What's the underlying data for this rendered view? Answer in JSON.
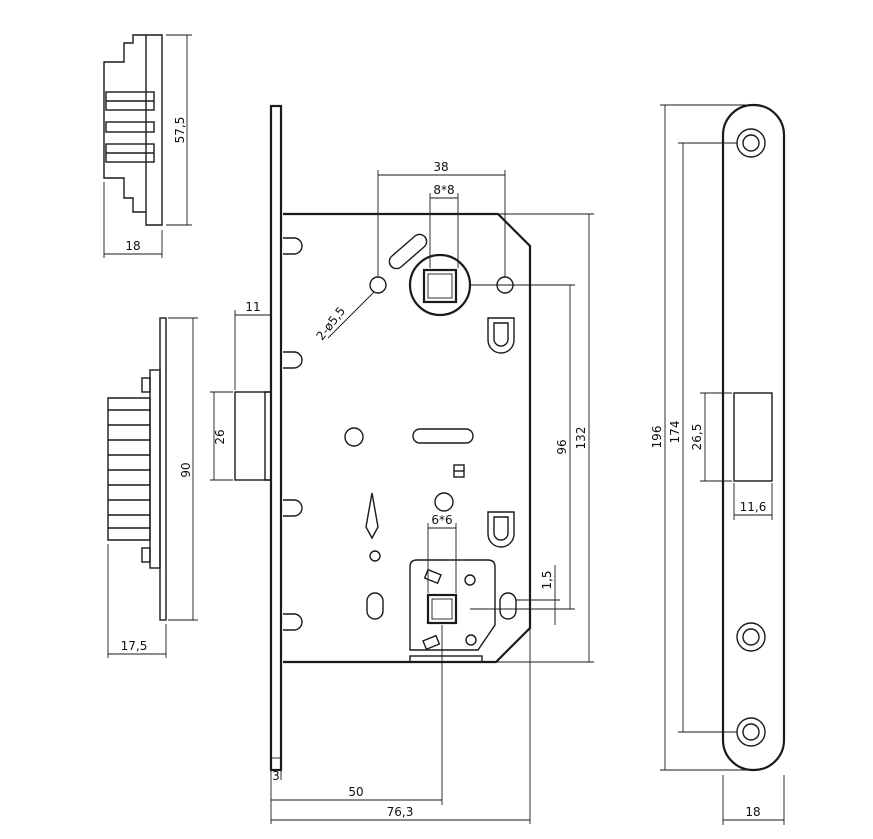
{
  "dimensions": {
    "top_view_height": "57,5",
    "top_view_depth": "18",
    "side_view_height": "90",
    "side_view_depth": "17,5",
    "backset_spindle_spacing": "38",
    "spindle_square_top": "8*8",
    "fixing_holes": "2-ø5,5",
    "latch_projection": "11",
    "latch_height": "26",
    "centre_distance": "96",
    "case_height": "132",
    "spindle_square_bottom": "6*6",
    "offset": "1,5",
    "faceplate_thickness": "3",
    "backset": "50",
    "case_depth": "76,3",
    "strike_length": "196",
    "strike_hole_spacing": "174",
    "strike_opening_height": "26,5",
    "strike_opening_width": "11,6",
    "strike_width": "18"
  }
}
